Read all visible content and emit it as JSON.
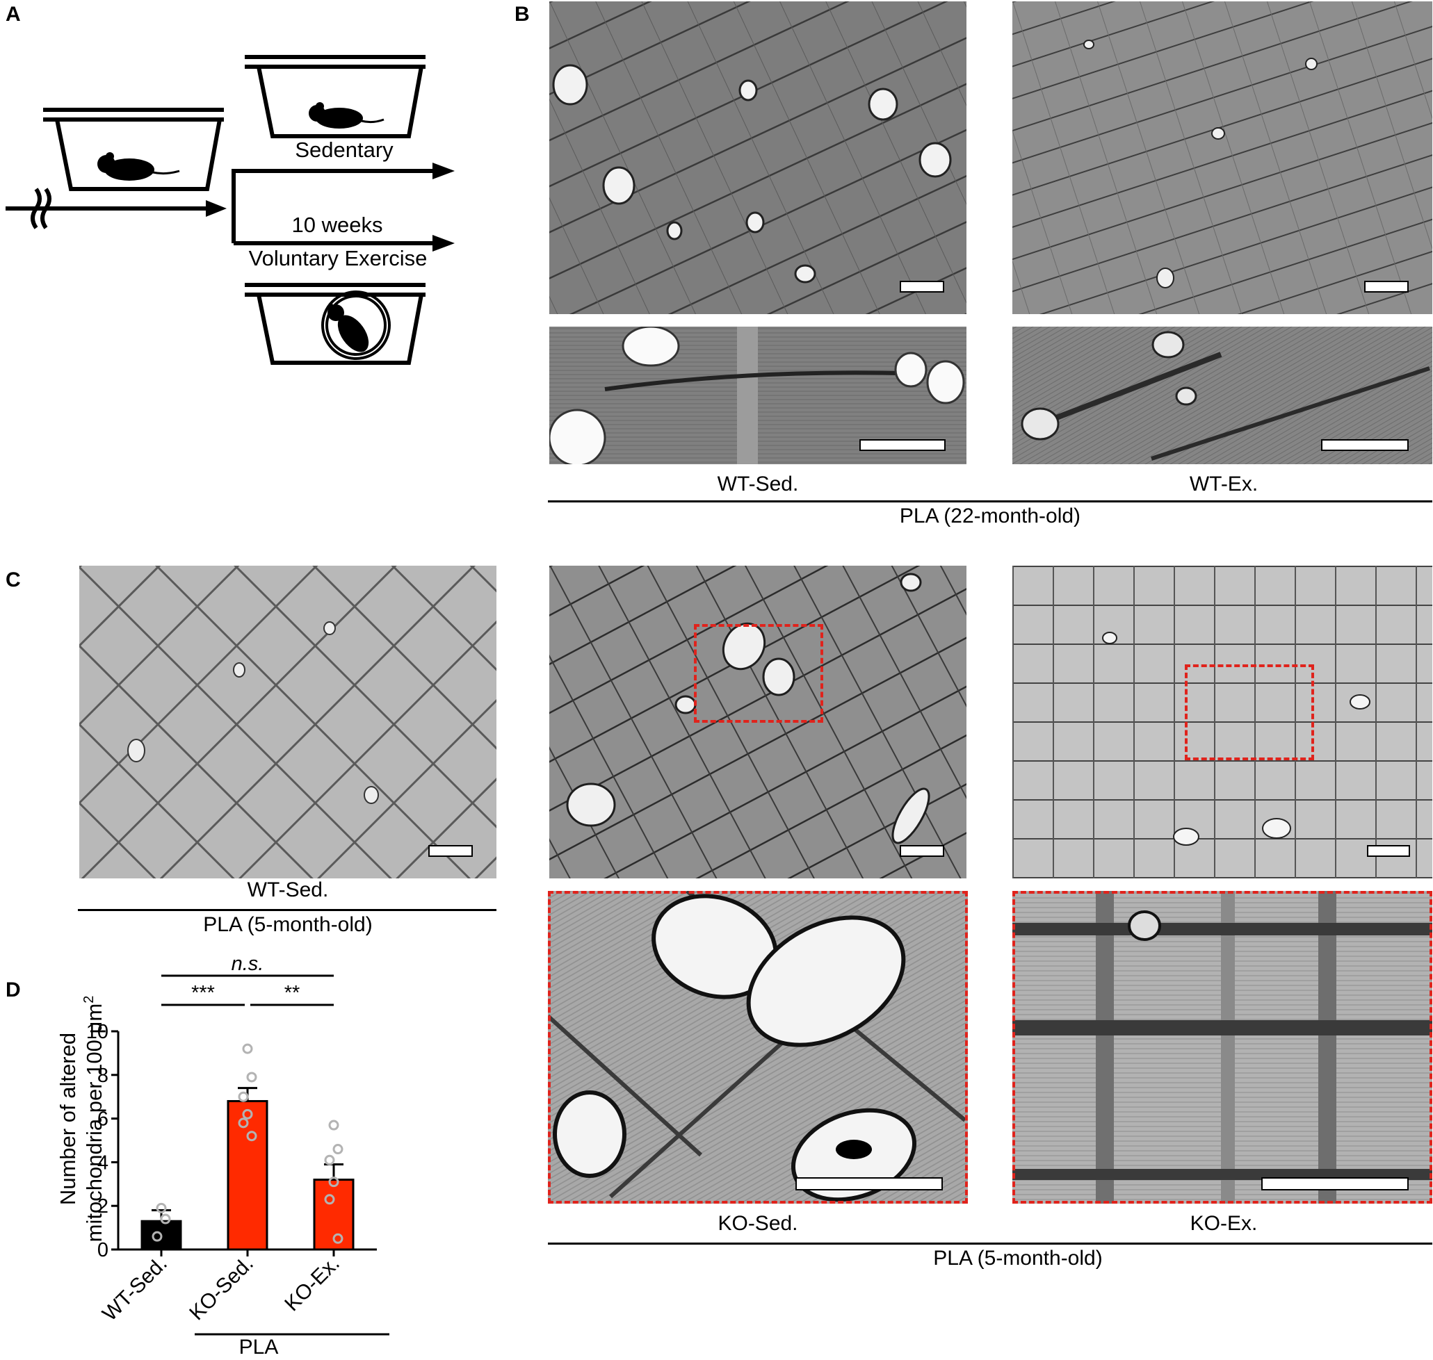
{
  "panels": {
    "a": {
      "letter": "A",
      "sedentary_label": "Sedentary",
      "duration_label": "10 weeks",
      "exercise_label": "Voluntary Exercise"
    },
    "b": {
      "letter": "B",
      "left_label": "WT-Sed.",
      "right_label": "WT-Ex.",
      "group_label": "PLA (22-month-old)"
    },
    "c": {
      "letter": "C",
      "wt_label": "WT-Sed.",
      "wt_group_label": "PLA (5-month-old)",
      "ko_sed_label": "KO-Sed.",
      "ko_ex_label": "KO-Ex.",
      "ko_group_label": "PLA (5-month-old)"
    },
    "d": {
      "letter": "D"
    }
  },
  "chart_data": {
    "type": "bar",
    "categories": [
      "WT-Sed.",
      "KO-Sed.",
      "KO-Ex."
    ],
    "values": [
      1.3,
      6.8,
      3.2
    ],
    "errors": [
      0.5,
      0.6,
      0.7
    ],
    "points": [
      [
        1.9,
        1.4,
        0.6
      ],
      [
        9.2,
        7.9,
        7.0,
        6.2,
        5.8,
        5.2
      ],
      [
        5.7,
        4.6,
        4.1,
        3.1,
        2.3,
        0.5
      ]
    ],
    "ylabel_line1": "Number of altered",
    "ylabel_line2": "mitochondria per  100 μm",
    "ylabel_sup": "2",
    "xgroup_label": "PLA",
    "ylim": [
      0,
      10
    ],
    "yticks": [
      "0",
      "2",
      "4",
      "6",
      "8",
      "10"
    ],
    "significance": [
      {
        "from": 0,
        "to": 1,
        "label": "***"
      },
      {
        "from": 1,
        "to": 2,
        "label": "**"
      },
      {
        "from": 0,
        "to": 2,
        "label": "n.s."
      }
    ],
    "colors": {
      "WT": "#000000",
      "KO": "#ff2a00",
      "points": "#b3b3b3"
    }
  }
}
